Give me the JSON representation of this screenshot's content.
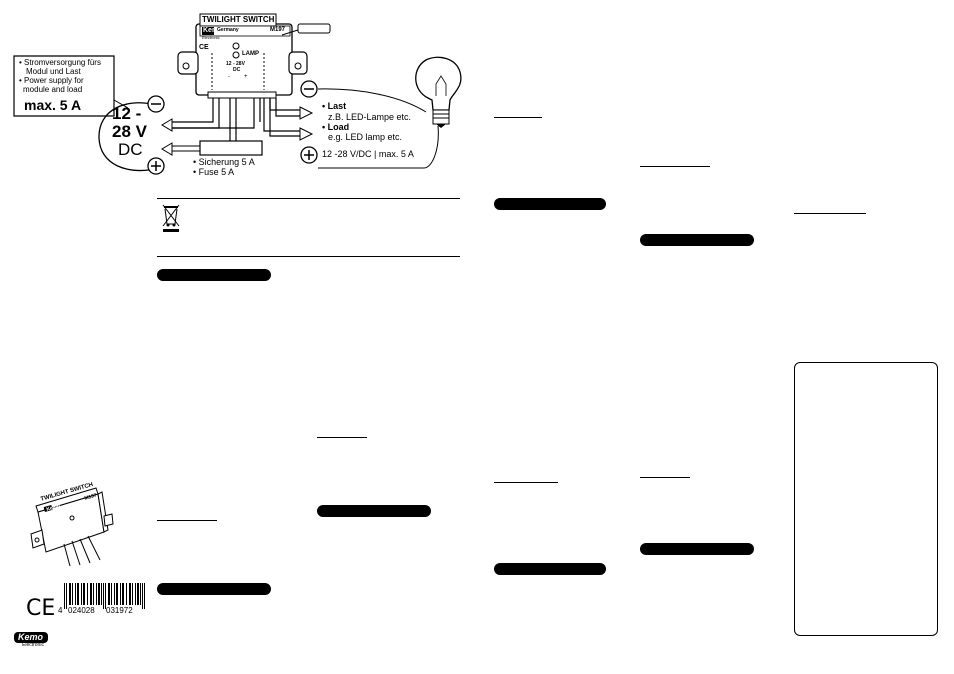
{
  "module": {
    "title": "TWILIGHT SWITCH",
    "brand": "Kemo",
    "country": "Germany",
    "model": "M197",
    "sub_brand": "Electronic",
    "lamp_label": "LAMP",
    "voltage_label": "12 - 28V",
    "dc_label": "DC",
    "minus": "-",
    "plus": "+"
  },
  "callout_power": {
    "line1": "• Stromversorgung fürs",
    "line2": "Modul und Last",
    "line3": "• Power supply for",
    "line4": "module and load",
    "max": "max. 5 A"
  },
  "supply": {
    "line1": "12 -",
    "line2": "28 V",
    "line3": "DC"
  },
  "fuse": {
    "line1": "• Sicherung 5 A",
    "line2": "• Fuse 5 A"
  },
  "load": {
    "last": "• Last",
    "last_de": "z.B. LED-Lampe etc.",
    "load": "• Load",
    "load_en": "e.g. LED lamp etc.",
    "rating": "12 -28 V/DC | max. 5 A"
  },
  "barcode": {
    "digit1": "4",
    "digits_left": "024028",
    "digits_right": "031972"
  },
  "footer_logo": {
    "brand": "Kemo",
    "sub": "Electronic"
  },
  "small_module": {
    "title": "TWILIGHT SWITCH",
    "brand": "Kemo",
    "model": "M197"
  }
}
